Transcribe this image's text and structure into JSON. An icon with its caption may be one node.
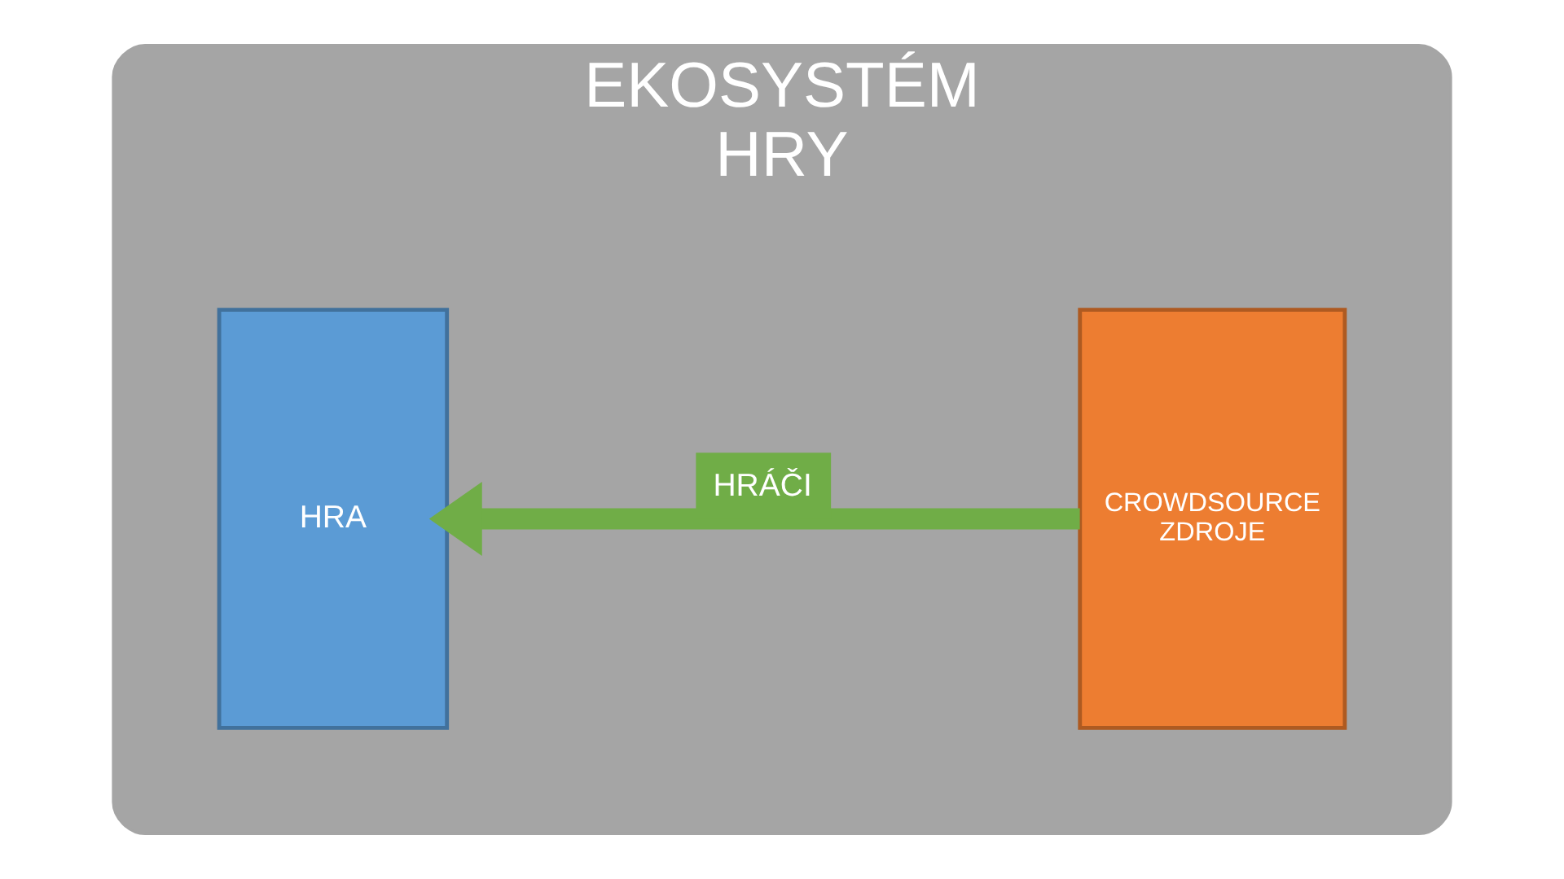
{
  "diagram": {
    "nodes": [
      {
        "text": [
          "EKOSYSTÉM HRY"
        ]
      },
      {
        "text": [
          "HRA"
        ],
        "in": 0
      },
      {
        "text": [
          "CROWDSOURCE ZDROJE"
        ],
        "in": 0
      }
    ],
    "edges": [
      {
        "from": 2,
        "to": 1,
        "arrow": "to",
        "label": "HRÁČI",
        "color": "#70ad47"
      }
    ]
  }
}
